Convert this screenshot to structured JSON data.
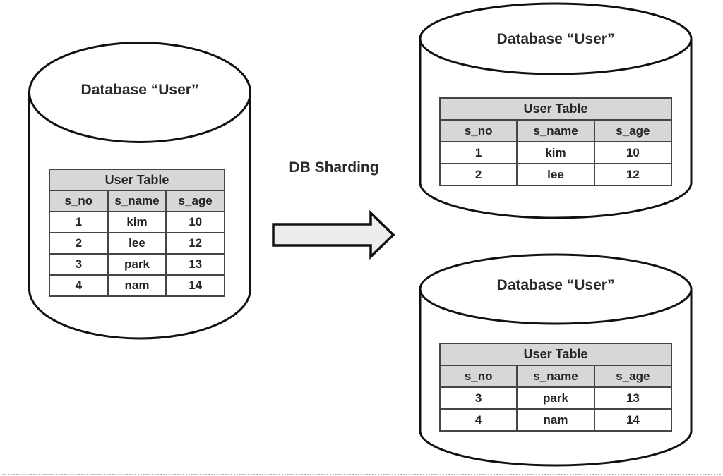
{
  "diagram": {
    "arrow_label": "DB Sharding"
  },
  "colors": {
    "table_header_bg": "#d7d7d7",
    "table_border": "#454545",
    "cylinder_stroke": "#111111",
    "arrow_fill": "#ededed",
    "text": "#242424"
  },
  "databases": [
    {
      "id": "source",
      "title": "Database “User”",
      "table": {
        "title": "User Table",
        "columns": [
          "s_no",
          "s_name",
          "s_age"
        ],
        "rows": [
          [
            "1",
            "kim",
            "10"
          ],
          [
            "2",
            "lee",
            "12"
          ],
          [
            "3",
            "park",
            "13"
          ],
          [
            "4",
            "nam",
            "14"
          ]
        ]
      }
    },
    {
      "id": "shard-1",
      "title": "Database “User”",
      "table": {
        "title": "User Table",
        "columns": [
          "s_no",
          "s_name",
          "s_age"
        ],
        "rows": [
          [
            "1",
            "kim",
            "10"
          ],
          [
            "2",
            "lee",
            "12"
          ]
        ]
      }
    },
    {
      "id": "shard-2",
      "title": "Database “User”",
      "table": {
        "title": "User Table",
        "columns": [
          "s_no",
          "s_name",
          "s_age"
        ],
        "rows": [
          [
            "3",
            "park",
            "13"
          ],
          [
            "4",
            "nam",
            "14"
          ]
        ]
      }
    }
  ]
}
